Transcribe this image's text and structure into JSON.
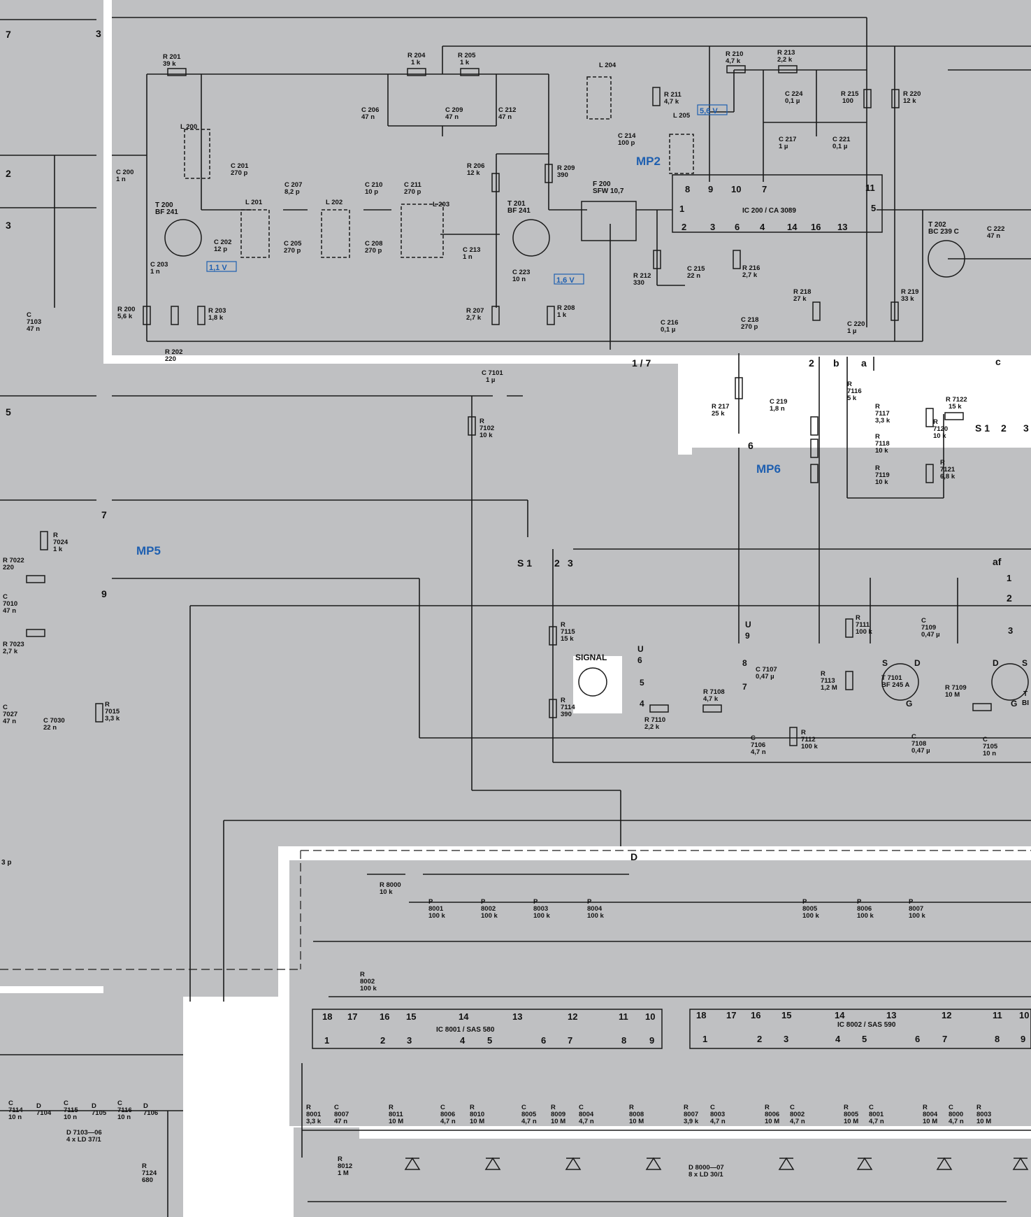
{
  "title": "",
  "colors": {
    "panel": "#bfc0c2",
    "background": "#ffffff",
    "wire": "#1a1a1a",
    "measure_blue": "#1e5fb0"
  },
  "test_points": {
    "mp2": "MP2",
    "mp5": "MP5",
    "mp6": "MP6"
  },
  "voltages": {
    "t200": "1,1 V",
    "t201": "1,6 V",
    "ic200": "5,6 V"
  },
  "ics": {
    "ic200": "IC 200 / CA 3089",
    "ic8001": "IC 8001 / SAS 580",
    "ic8002": "IC 8002 / SAS 590"
  },
  "ic200_pins": {
    "p8": "8",
    "p9": "9",
    "p10": "10",
    "p7": "7",
    "p11": "11",
    "p1": "1",
    "p5": "5",
    "p2": "2",
    "p3": "3",
    "p6": "6",
    "p4": "4",
    "p14": "14",
    "p16": "16",
    "p13": "13"
  },
  "ic8001_pins": {
    "top": [
      "18",
      "17",
      "16",
      "15",
      "14",
      "13",
      "12",
      "11",
      "10"
    ],
    "bottom": [
      "1",
      "2",
      "3",
      "4",
      "5",
      "6",
      "7",
      "8",
      "9"
    ]
  },
  "ic8002_pins": {
    "top": [
      "18",
      "17",
      "16",
      "15",
      "14",
      "13",
      "12",
      "11",
      "10"
    ],
    "bottom": [
      "1",
      "2",
      "3",
      "4",
      "5",
      "6",
      "7",
      "8",
      "9"
    ]
  },
  "transistors": {
    "t200": [
      "T 200",
      "BF 241"
    ],
    "t201": [
      "T 201",
      "BF 241"
    ],
    "t202": [
      "T 202",
      "BC 239 C"
    ],
    "t7101": [
      "T 7101",
      "BF 245 A"
    ]
  },
  "filter": [
    "F 200",
    "SFW 10,7"
  ],
  "signal_meter": "SIGNAL",
  "components": {
    "r201": [
      "R 201",
      "39 k"
    ],
    "r204": [
      "R 204",
      "1 k"
    ],
    "r205": [
      "R 205",
      "1 k"
    ],
    "r210": [
      "R 210",
      "4,7 k"
    ],
    "r213": [
      "R 213",
      "2,2 k"
    ],
    "l204": "L 204",
    "r211": [
      "R 211",
      "4,7 k"
    ],
    "l205": "L 205",
    "c224": [
      "C 224",
      "0,1 µ"
    ],
    "r215": [
      "R 215",
      "100"
    ],
    "r220": [
      "R 220",
      "12 k"
    ],
    "c217": [
      "C 217",
      "1 µ"
    ],
    "c221": [
      "C 221",
      "0,1 µ"
    ],
    "c214": [
      "C 214",
      "100 p"
    ],
    "c206": [
      "C 206",
      "47 n"
    ],
    "c209": [
      "C 209",
      "47 n"
    ],
    "c212": [
      "C 212",
      "47 n"
    ],
    "l200": "L 200",
    "c201": [
      "C 201",
      "270 p"
    ],
    "c200": [
      "C 200",
      "1 n"
    ],
    "c207": [
      "C 207",
      "8,2 p"
    ],
    "c210": [
      "C 210",
      "10 p"
    ],
    "c211": [
      "C 211",
      "270 p"
    ],
    "r206": [
      "R 206",
      "12 k"
    ],
    "r209": [
      "R 209",
      "390"
    ],
    "l201": "L 201",
    "l202": "L 202",
    "l203": "L 203",
    "c202": [
      "C 202",
      "12 p"
    ],
    "c205": [
      "C 205",
      "270 p"
    ],
    "c208": [
      "C 208",
      "270 p"
    ],
    "c213": [
      "C 213",
      "1 n"
    ],
    "c203": [
      "C 203",
      "1 n"
    ],
    "c223": [
      "C 223",
      "10 n"
    ],
    "r200": [
      "R 200",
      "5,6 k"
    ],
    "r203": [
      "R 203",
      "1,8 k"
    ],
    "r202": [
      "R 202",
      "220"
    ],
    "r207": [
      "R 207",
      "2,7 k"
    ],
    "r208": [
      "R 208",
      "1 k"
    ],
    "c7103": [
      "C",
      "7103",
      "47 n"
    ],
    "r212": [
      "R 212",
      "330"
    ],
    "c215": [
      "C 215",
      "22 n"
    ],
    "c216": [
      "C 216",
      "0,1 µ"
    ],
    "r216": [
      "R 216",
      "2,7 k"
    ],
    "c218": [
      "C 218",
      "270 p"
    ],
    "r218": [
      "R 218",
      "27 k"
    ],
    "c220": [
      "C 220",
      "1 µ"
    ],
    "r219": [
      "R 219",
      "33 k"
    ],
    "c222": [
      "C 222",
      "47 n"
    ],
    "c7101": [
      "C 7101",
      "1 µ"
    ],
    "r7102": [
      "R",
      "7102",
      "10 k"
    ],
    "r217": [
      "R 217",
      "25 k"
    ],
    "c219": [
      "C 219",
      "1,8 n"
    ],
    "r7116": [
      "R",
      "7116",
      "5 k"
    ],
    "r7117": [
      "R",
      "7117",
      "3,3 k"
    ],
    "r7118": [
      "R",
      "7118",
      "10 k"
    ],
    "r7119": [
      "R",
      "7119",
      "10 k"
    ],
    "r7120": [
      "R",
      "7120",
      "10 k"
    ],
    "r7121": [
      "R",
      "7121",
      "6,8 k"
    ],
    "r7122": [
      "R 7122",
      "15 k"
    ],
    "r7024": [
      "R",
      "7024",
      "1 k"
    ],
    "r7022": [
      "R 7022",
      "220"
    ],
    "c7010": [
      "C",
      "7010",
      "47 n"
    ],
    "r7023": [
      "R 7023",
      "2,7 k"
    ],
    "c7027": [
      "C",
      "7027",
      "47 n"
    ],
    "c7030": [
      "C 7030",
      "22 n"
    ],
    "r7015": [
      "R",
      "7015",
      "3,3 k"
    ],
    "r7115": [
      "R",
      "7115",
      "15 k"
    ],
    "r7114": [
      "R",
      "7114",
      "390"
    ],
    "r7110": [
      "R 7110",
      "2,2 k"
    ],
    "r7108": [
      "R 7108",
      "4,7 k"
    ],
    "c7107": [
      "C 7107",
      "0,47 µ"
    ],
    "c7106": [
      "C",
      "7106",
      "4,7 n"
    ],
    "r7111": [
      "R",
      "7111",
      "100 k"
    ],
    "r7113": [
      "R",
      "7113",
      "1,2 M"
    ],
    "r7112": [
      "R",
      "7112",
      "100 k"
    ],
    "c7109": [
      "C",
      "7109",
      "0,47 µ"
    ],
    "c7108": [
      "C",
      "7108",
      "0,47 µ"
    ],
    "r7109": [
      "R 7109",
      "10 M"
    ],
    "c7105": [
      "C",
      "7105",
      "10 n"
    ],
    "r8000": [
      "R 8000",
      "10 k"
    ],
    "p8001": [
      "P",
      "8001",
      "100 k"
    ],
    "p8002": [
      "P",
      "8002",
      "100 k"
    ],
    "p8003": [
      "P",
      "8003",
      "100 k"
    ],
    "p8004": [
      "P",
      "8004",
      "100 k"
    ],
    "p8005": [
      "P",
      "8005",
      "100 k"
    ],
    "p8006": [
      "P",
      "8006",
      "100 k"
    ],
    "p8007": [
      "P",
      "8007",
      "100 k"
    ],
    "r8002": [
      "R",
      "8002",
      "100 k"
    ],
    "r8001": [
      "R",
      "8001",
      "3,3 k"
    ],
    "c8007": [
      "C",
      "8007",
      "47 n"
    ],
    "r8011": [
      "R",
      "8011",
      "10 M"
    ],
    "c8006": [
      "C",
      "8006",
      "4,7 n"
    ],
    "r8010": [
      "R",
      "8010",
      "10 M"
    ],
    "c8005": [
      "C",
      "8005",
      "4,7 n"
    ],
    "r8009": [
      "R",
      "8009",
      "10 M"
    ],
    "c8004": [
      "C",
      "8004",
      "4,7 n"
    ],
    "r8008": [
      "R",
      "8008",
      "10 M"
    ],
    "r8007": [
      "R",
      "8007",
      "3,9 k"
    ],
    "c8003": [
      "C",
      "8003",
      "4,7 n"
    ],
    "r8006": [
      "R",
      "8006",
      "10 M"
    ],
    "c8002": [
      "C",
      "8002",
      "4,7 n"
    ],
    "r8005": [
      "R",
      "8005",
      "10 M"
    ],
    "c8001": [
      "C",
      "8001",
      "4,7 n"
    ],
    "r8004": [
      "R",
      "8004",
      "10 M"
    ],
    "c8000": [
      "C",
      "8000",
      "4,7 n"
    ],
    "r8003": [
      "R",
      "8003",
      "10 M"
    ],
    "r8012": [
      "R",
      "8012",
      "1 M"
    ],
    "c7114": [
      "C",
      "7114",
      "10 n"
    ],
    "d7104": [
      "D",
      "7104"
    ],
    "c7115": [
      "C",
      "7115",
      "10 n"
    ],
    "d7105": [
      "D",
      "7105"
    ],
    "c7116": [
      "C",
      "7116",
      "10 n"
    ],
    "d7106": [
      "D",
      "7106"
    ],
    "r7124": [
      "R",
      "7124",
      "680"
    ],
    "d7103_06": [
      "D 7103—06",
      "4 x LD 37/1"
    ],
    "d8000_07": [
      "D 8000—07",
      "8 x LD 30/1"
    ]
  },
  "connectors": {
    "left": [
      "7",
      "2",
      "3",
      "5"
    ],
    "top3": "3",
    "n17": "1 / 7",
    "n6": "6",
    "n2": "2",
    "nb": "b",
    "na": "a",
    "nc": "c",
    "n7": "7",
    "n9": "9",
    "nD": "D",
    "s1a": "S 1",
    "s2a": "2",
    "s3a": "3",
    "s1b": "S 1",
    "s2b": "2",
    "s3b": "3",
    "u6": "U",
    "u6n": "6",
    "u5": "5",
    "u4": "4",
    "u9": "U",
    "u9n": "9",
    "u8": "8",
    "u7": "7",
    "af": "af",
    "af1": "1",
    "af2": "2",
    "af3": "3",
    "fet_s": "S",
    "fet_d": "D",
    "fet_g": "G",
    "fet2_d": "D",
    "fet2_g": "G",
    "fet2_s": "S"
  },
  "stray": {
    "p3": "3 p",
    "t_cut": "T",
    "b_cut": "BI"
  }
}
